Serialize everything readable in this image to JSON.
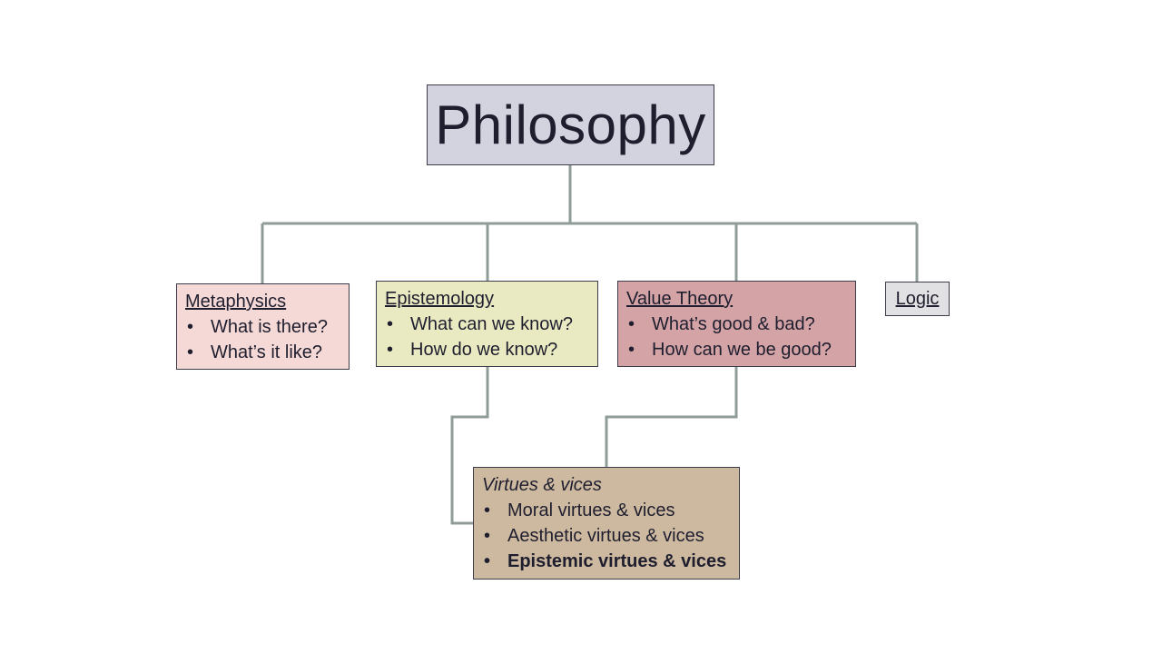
{
  "diagram": {
    "root": {
      "label": "Philosophy",
      "color": "#d3d3df"
    },
    "branches": {
      "metaphysics": {
        "title": "Metaphysics",
        "color": "#f5d9d6",
        "items": [
          "What is there?",
          "What’s it like?"
        ]
      },
      "epistemology": {
        "title": "Epistemology",
        "color": "#eaeac2",
        "items": [
          "What can we know?",
          "How do we know?"
        ]
      },
      "value_theory": {
        "title": "Value Theory",
        "color": "#d3a3a6",
        "items": [
          "What’s good & bad?",
          "How can we be good?"
        ]
      },
      "logic": {
        "title": "Logic",
        "color": "#e1e1e3"
      }
    },
    "virtues": {
      "title": "Virtues & vices",
      "color": "#cdb9a0",
      "items": [
        "Moral virtues & vices",
        "Aesthetic virtues & vices",
        "Epistemic virtues & vices"
      ]
    },
    "bullet": "•",
    "connector_color": "#8f9c98"
  }
}
